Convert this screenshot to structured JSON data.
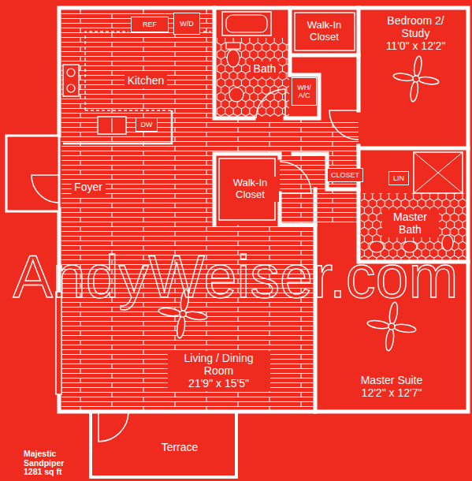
{
  "diagram": {
    "nodes": [
      {
        "text": [
          "REF"
        ]
      },
      {
        "text": [
          "W/D"
        ]
      },
      {
        "text": [
          "Kitchen"
        ]
      },
      {
        "text": [
          "DW"
        ]
      },
      {
        "text": [
          "Bath"
        ]
      },
      {
        "text": [
          "Walk-In Closet"
        ]
      },
      {
        "text": [
          "WH/ A/C"
        ]
      },
      {
        "text": [
          "Bedroom 2/ Study",
          "11'0\" x 12'2\""
        ]
      },
      {
        "text": [
          "Foyer"
        ]
      },
      {
        "text": [
          "Walk-In Closet"
        ]
      },
      {
        "text": [
          "CLOSET"
        ]
      },
      {
        "text": [
          "LIN"
        ]
      },
      {
        "text": [
          "Master Bath"
        ]
      },
      {
        "text": [
          "Living / Dining Room",
          "21'9\" x 15'5\""
        ]
      },
      {
        "text": [
          "Master Suite",
          "12'2\" x 12'7\""
        ]
      },
      {
        "text": [
          "Terrace"
        ]
      }
    ],
    "labels": [
      "AndyWeiser.com",
      "Majestic Sandpiper 1281 sq ft"
    ]
  }
}
